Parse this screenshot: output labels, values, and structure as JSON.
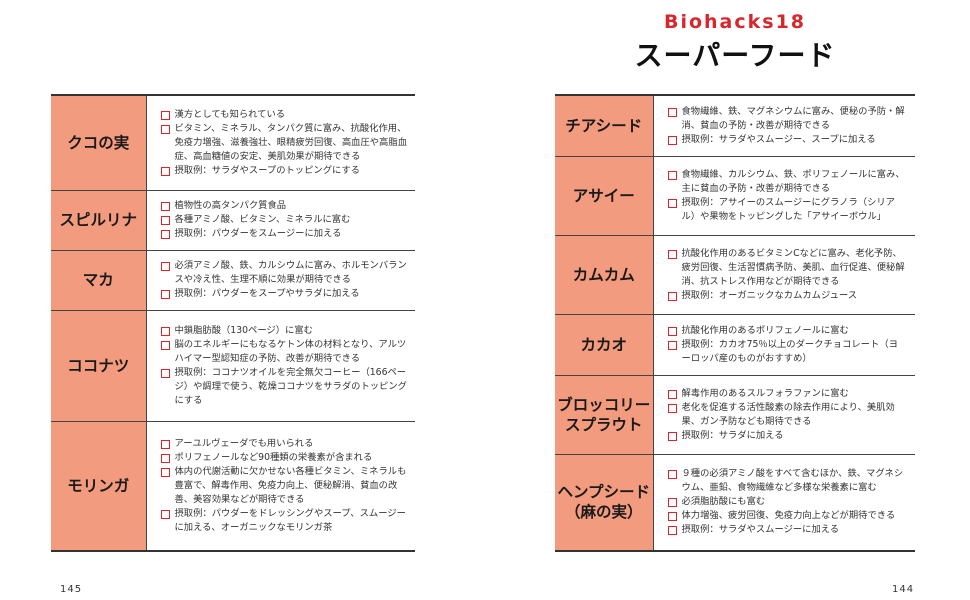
{
  "header": {
    "series": "Biohacks18",
    "title": "スーパーフード"
  },
  "left_page": {
    "page_number": "145",
    "foods": [
      {
        "name": "クコの実",
        "points": [
          "漢方としても知られている",
          "ビタミン、ミネラル、タンパク質に富み、抗酸化作用、免疫力増強、滋養強壮、眼精疲労回復、高血圧や高脂血症、高血糖値の安定、美肌効果が期待できる",
          "摂取例：サラダやスープのトッピングにする"
        ]
      },
      {
        "name": "スピルリナ",
        "points": [
          "植物性の高タンパク質食品",
          "各種アミノ酸、ビタミン、ミネラルに富む",
          "摂取例：パウダーをスムージーに加える"
        ]
      },
      {
        "name": "マカ",
        "points": [
          "必須アミノ酸、鉄、カルシウムに富み、ホルモンバランスや冷え性、生理不順に効果が期待できる",
          "摂取例：パウダーをスープやサラダに加える"
        ]
      },
      {
        "name": "ココナツ",
        "points": [
          "中鎖脂肪酸（130ページ）に富む",
          "脳のエネルギーにもなるケトン体の材料となり、アルツハイマー型認知症の予防、改善が期待できる",
          "摂取例：ココナツオイルを完全無欠コーヒー（166ページ）や調理で使う、乾燥ココナツをサラダのトッピングにする"
        ]
      },
      {
        "name": "モリンガ",
        "points": [
          "アーユルヴェーダでも用いられる",
          "ポリフェノールなど90種類の栄養素が含まれる",
          "体内の代謝活動に欠かせない各種ビタミン、ミネラルも豊富で、解毒作用、免疫力向上、便秘解消、貧血の改善、美容効果などが期待できる",
          "摂取例：パウダーをドレッシングやスープ、スムージーに加える、オーガニックなモリンガ茶"
        ]
      }
    ]
  },
  "right_page": {
    "page_number": "144",
    "foods": [
      {
        "name": "チアシード",
        "points": [
          "食物繊維、鉄、マグネシウムに富み、便秘の予防・解消、貧血の予防・改善が期待できる",
          "摂取例：サラダやスムージー、スープに加える"
        ]
      },
      {
        "name": "アサイー",
        "points": [
          "食物繊維、カルシウム、鉄、ポリフェノールに富み、主に貧血の予防・改善が期待できる",
          "摂取例：アサイーのスムージーにグラノラ（シリアル）や果物をトッピングした「アサイーボウル」"
        ]
      },
      {
        "name": "カムカム",
        "points": [
          "抗酸化作用のあるビタミンCなどに富み、老化予防、疲労回復、生活習慣病予防、美肌、血行促進、便秘解消、抗ストレス作用などが期待できる",
          "摂取例：オーガニックなカムカムジュース"
        ]
      },
      {
        "name": "カカオ",
        "points": [
          "抗酸化作用のあるポリフェノールに富む",
          "摂取例：カカオ75％以上のダークチョコレート（ヨーロッパ産のものがおすすめ）"
        ]
      },
      {
        "name": "ブロッコリー\nスプラウト",
        "points": [
          "解毒作用のあるスルフォラファンに富む",
          "老化を促進する活性酸素の除去作用により、美肌効果、ガン予防なども期待できる",
          "摂取例：サラダに加える"
        ]
      },
      {
        "name": "ヘンプシード\n（麻の実）",
        "points": [
          "９種の必須アミノ酸をすべて含むほか、鉄、マグネシウム、亜鉛、食物繊維など多様な栄養素に富む",
          "必須脂肪酸にも富む",
          "体力増強、疲労回復、免疫力向上などが期待できる",
          "摂取例：サラダやスムージーに加える"
        ]
      }
    ]
  },
  "colors": {
    "accent": "#d8262c",
    "name_cell": "#f29b7f"
  }
}
